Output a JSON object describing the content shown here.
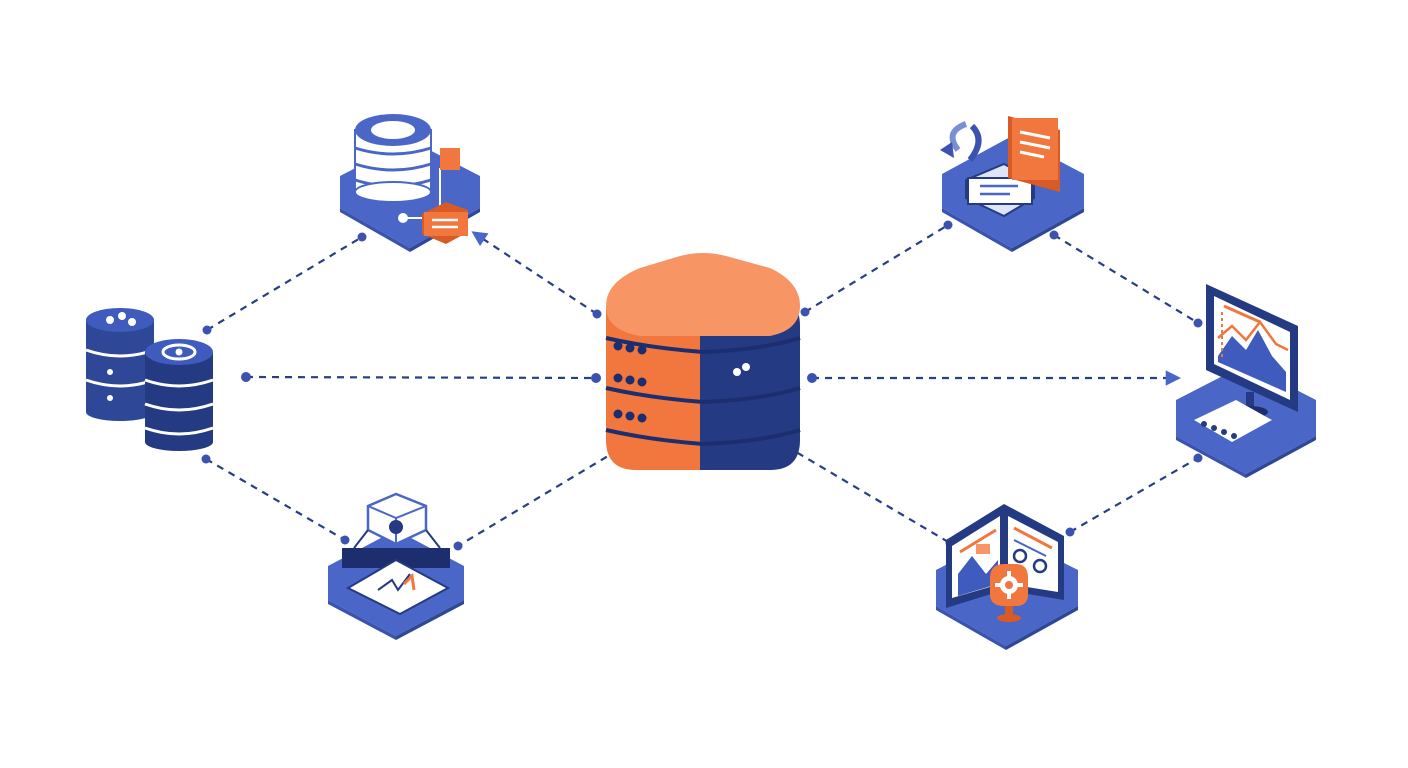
{
  "colors": {
    "background": "#ffffff",
    "primary_blue": "#4a66c6",
    "blue_side": "#3b52b0",
    "navy": "#243a82",
    "navy_dark": "#1c2e6e",
    "orange": "#f2773f",
    "orange_light": "#f79565",
    "orange_dark": "#d85a24",
    "connector": "#263f86",
    "light_fill": "#ffffff",
    "pale_blue": "#dde4f6",
    "pale_orange": "#fde3d6"
  },
  "diagram": {
    "central_node": {
      "name": "central-server",
      "icon": "server-stack-icon"
    },
    "nodes": [
      {
        "name": "node-database-cluster",
        "icon": "database-cluster-icon"
      },
      {
        "name": "node-database-config",
        "icon": "database-config-icon"
      },
      {
        "name": "node-data-processing",
        "icon": "data-processing-icon"
      },
      {
        "name": "node-messaging",
        "icon": "messaging-icon"
      },
      {
        "name": "node-monitor",
        "icon": "monitor-analytics-icon"
      },
      {
        "name": "node-dashboard-settings",
        "icon": "dashboard-settings-icon"
      }
    ],
    "connections": [
      {
        "from": "node-database-cluster",
        "to": "central-server",
        "arrow": false
      },
      {
        "from": "node-database-cluster",
        "to": "node-database-config",
        "arrow": false
      },
      {
        "from": "node-database-cluster",
        "to": "node-data-processing",
        "arrow": false
      },
      {
        "from": "central-server",
        "to": "node-database-config",
        "arrow": true
      },
      {
        "from": "central-server",
        "to": "node-data-processing",
        "arrow": false
      },
      {
        "from": "central-server",
        "to": "node-messaging",
        "arrow": false
      },
      {
        "from": "central-server",
        "to": "node-monitor",
        "arrow": true
      },
      {
        "from": "central-server",
        "to": "node-dashboard-settings",
        "arrow": false
      },
      {
        "from": "node-messaging",
        "to": "node-monitor",
        "arrow": false
      },
      {
        "from": "node-dashboard-settings",
        "to": "node-monitor",
        "arrow": false
      }
    ]
  }
}
